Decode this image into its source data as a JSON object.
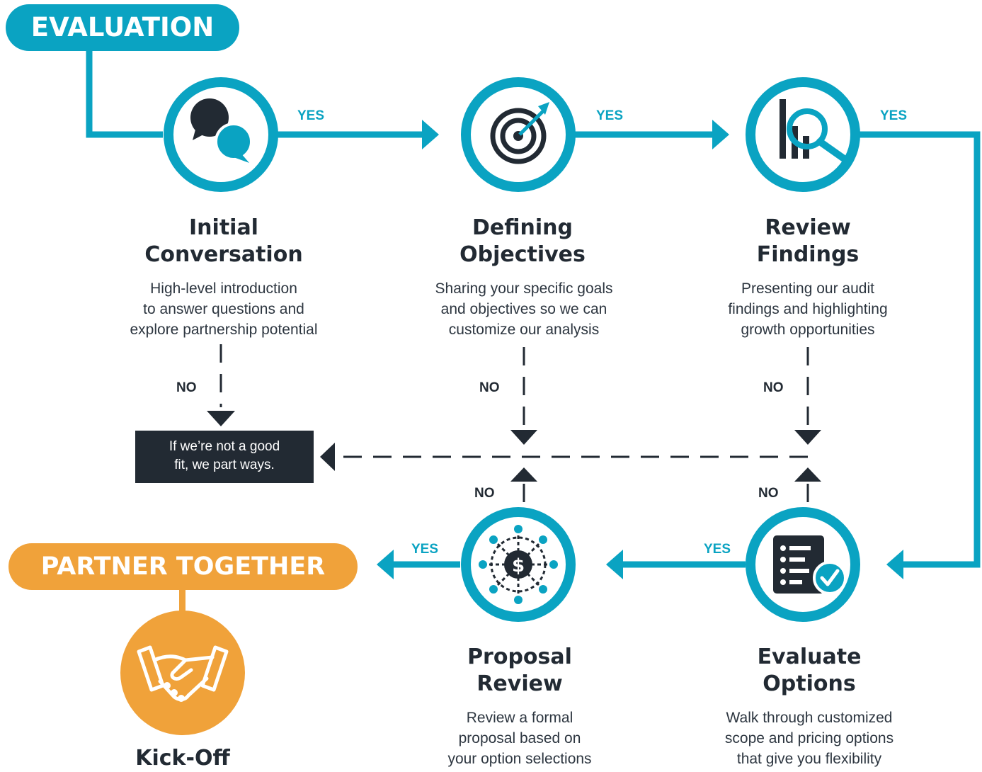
{
  "header": {
    "evaluation": "EVALUATION",
    "partner": "PARTNER TOGETHER"
  },
  "steps": [
    {
      "title_line1": "Initial",
      "title_line2": "Conversation",
      "desc_line1": "High-level introduction",
      "desc_line2": "to answer questions and",
      "desc_line3": "explore partnership potential"
    },
    {
      "title_line1": "Defining",
      "title_line2": "Objectives",
      "desc_line1": "Sharing your specific goals",
      "desc_line2": "and objectives so we can",
      "desc_line3": "customize our analysis"
    },
    {
      "title_line1": "Review",
      "title_line2": "Findings",
      "desc_line1": "Presenting our audit",
      "desc_line2": "findings and highlighting",
      "desc_line3": "growth opportunities"
    },
    {
      "title_line1": "Proposal",
      "title_line2": "Review",
      "desc_line1": "Review a formal",
      "desc_line2": "proposal based on",
      "desc_line3": "your option selections"
    },
    {
      "title_line1": "Evaluate",
      "title_line2": "Options",
      "desc_line1": "Walk through customized",
      "desc_line2": "scope and pricing options",
      "desc_line3": "that give you flexibility"
    }
  ],
  "kickoff": {
    "title": "Kick-Off"
  },
  "labels": {
    "yes": "YES",
    "no": "NO"
  },
  "exit_note": {
    "line1": "If we’re not a good",
    "line2": "fit, we part ways."
  },
  "colors": {
    "teal": "#0aa3c2",
    "dark": "#222a33",
    "orange": "#f0a23a"
  },
  "icons": [
    "chat-bubbles-icon",
    "target-icon",
    "bar-chart-magnifier-icon",
    "dollar-network-icon",
    "checklist-icon",
    "handshake-icon"
  ]
}
